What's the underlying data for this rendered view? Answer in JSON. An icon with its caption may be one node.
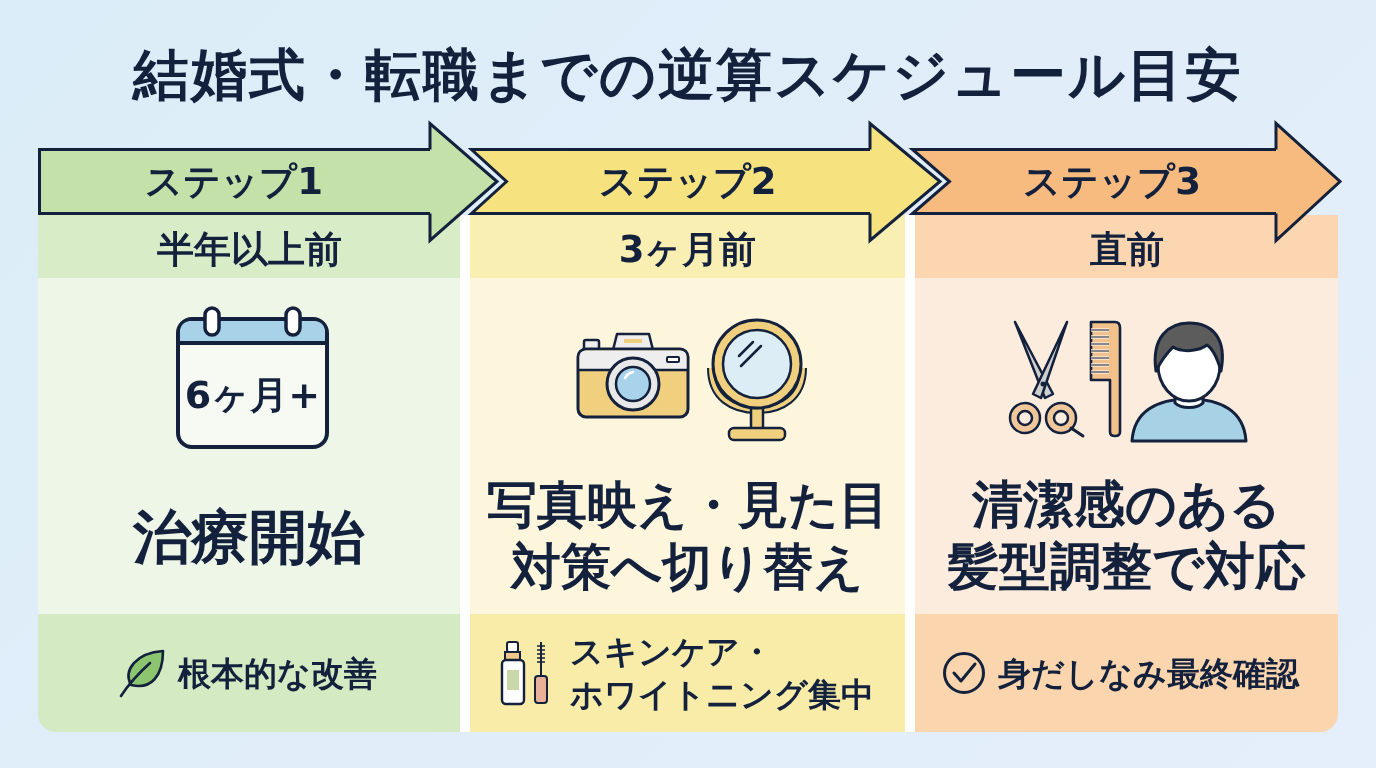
{
  "diagram": {
    "title": "結婚式・転職までの逆算スケジュール目安",
    "nodes": [
      {
        "text": [
          "ステップ1"
        ]
      },
      {
        "text": [
          "半年以上前"
        ]
      },
      {
        "text": [
          "治療開始"
        ]
      },
      {
        "text": [
          "6ヶ月+"
        ],
        "in": 2
      },
      {
        "text": [
          "根本的な改善"
        ]
      },
      {
        "text": [
          "ステップ2"
        ]
      },
      {
        "text": [
          "3ヶ月前"
        ]
      },
      {
        "text": [
          "写真映え・見た目対策へ切り替え"
        ]
      },
      {
        "text": [
          "スキンケア・ホワイトニング集中"
        ]
      },
      {
        "text": [
          "ステップ3"
        ]
      },
      {
        "text": [
          "直前"
        ]
      },
      {
        "text": [
          "清潔感のある髪型調整で対応"
        ]
      },
      {
        "text": [
          "身だしなみ最終確認"
        ]
      }
    ],
    "edges": [
      {
        "from": 0,
        "to": 5,
        "arrow": "to"
      },
      {
        "from": 5,
        "to": 9,
        "arrow": "to"
      },
      {
        "from": 9,
        "to": null,
        "arrow": "to"
      }
    ]
  }
}
